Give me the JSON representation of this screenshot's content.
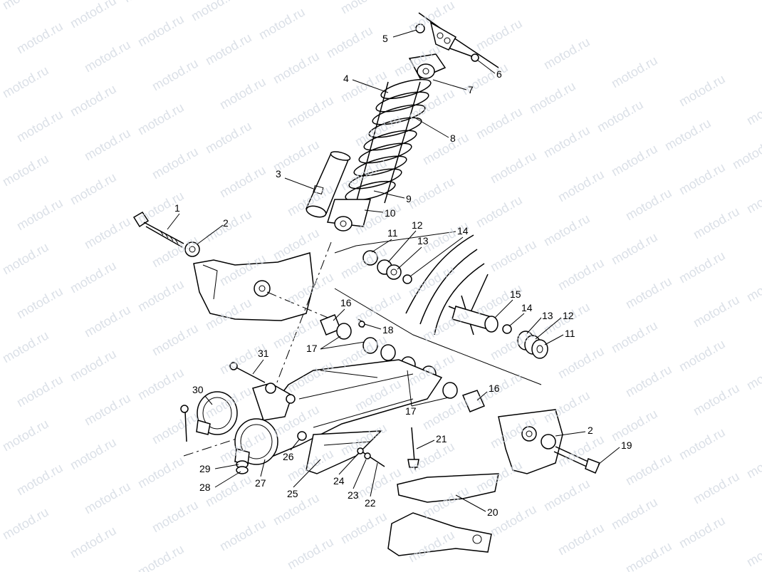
{
  "watermark": "motod.ru",
  "callouts": [
    {
      "id": "1",
      "text": "1"
    },
    {
      "id": "2a",
      "text": "2"
    },
    {
      "id": "2b",
      "text": "2"
    },
    {
      "id": "3",
      "text": "3"
    },
    {
      "id": "4",
      "text": "4"
    },
    {
      "id": "5",
      "text": "5"
    },
    {
      "id": "6",
      "text": "6"
    },
    {
      "id": "7",
      "text": "7"
    },
    {
      "id": "8",
      "text": "8"
    },
    {
      "id": "9",
      "text": "9"
    },
    {
      "id": "10",
      "text": "10"
    },
    {
      "id": "11a",
      "text": "11"
    },
    {
      "id": "11b",
      "text": "11"
    },
    {
      "id": "12a",
      "text": "12"
    },
    {
      "id": "12b",
      "text": "12"
    },
    {
      "id": "13a",
      "text": "13"
    },
    {
      "id": "13b",
      "text": "13"
    },
    {
      "id": "14a",
      "text": "14"
    },
    {
      "id": "14b",
      "text": "14"
    },
    {
      "id": "15",
      "text": "15"
    },
    {
      "id": "16a",
      "text": "16"
    },
    {
      "id": "16b",
      "text": "16"
    },
    {
      "id": "17a",
      "text": "17"
    },
    {
      "id": "17b",
      "text": "17"
    },
    {
      "id": "18",
      "text": "18"
    },
    {
      "id": "19",
      "text": "19"
    },
    {
      "id": "20",
      "text": "20"
    },
    {
      "id": "21",
      "text": "21"
    },
    {
      "id": "22",
      "text": "22"
    },
    {
      "id": "23",
      "text": "23"
    },
    {
      "id": "24",
      "text": "24"
    },
    {
      "id": "25",
      "text": "25"
    },
    {
      "id": "26",
      "text": "26"
    },
    {
      "id": "27",
      "text": "27"
    },
    {
      "id": "28",
      "text": "28"
    },
    {
      "id": "29",
      "text": "29"
    },
    {
      "id": "30",
      "text": "30"
    },
    {
      "id": "31",
      "text": "31"
    }
  ]
}
